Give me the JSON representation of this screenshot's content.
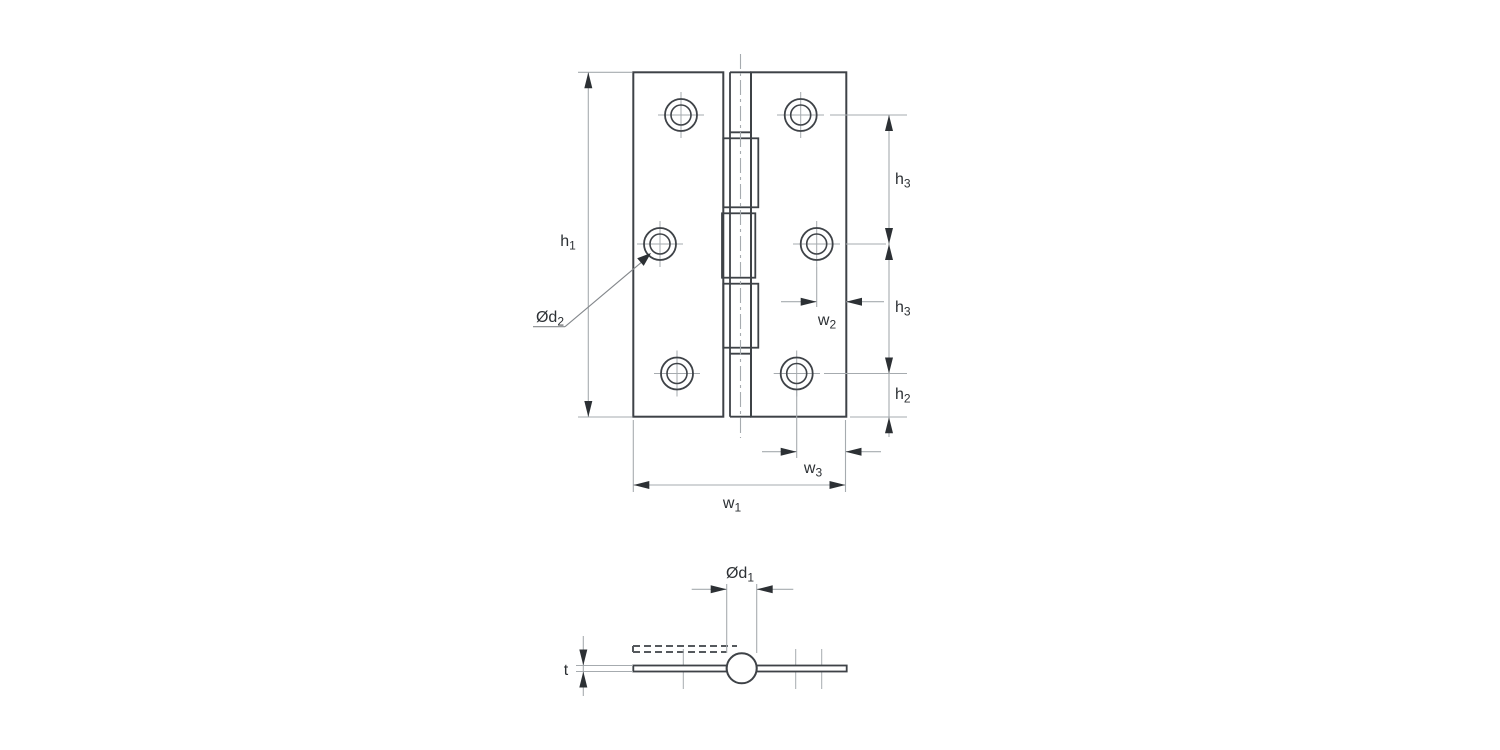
{
  "drawing": {
    "kind": "technical-dimension-drawing",
    "subject": "butt-hinge"
  },
  "colors": {
    "background": "#ffffff",
    "outline": "#3e4247",
    "thin_line": "#a6abaf",
    "arrow": "#2c3034",
    "text": "#2c3034",
    "phantom_dash": "#55595d",
    "leader": "#84888c"
  },
  "labels": {
    "h1": {
      "base": "h",
      "sub": "1"
    },
    "h3a": {
      "base": "h",
      "sub": "3"
    },
    "h3b": {
      "base": "h",
      "sub": "3"
    },
    "h2": {
      "base": "h",
      "sub": "2"
    },
    "w1": {
      "base": "w",
      "sub": "1"
    },
    "w2": {
      "base": "w",
      "sub": "2"
    },
    "w3": {
      "base": "w",
      "sub": "3"
    },
    "d2": {
      "base": "Ød",
      "sub": "2"
    },
    "d1": {
      "base": "Ød",
      "sub": "1"
    },
    "t": {
      "base": "t",
      "sub": ""
    }
  }
}
